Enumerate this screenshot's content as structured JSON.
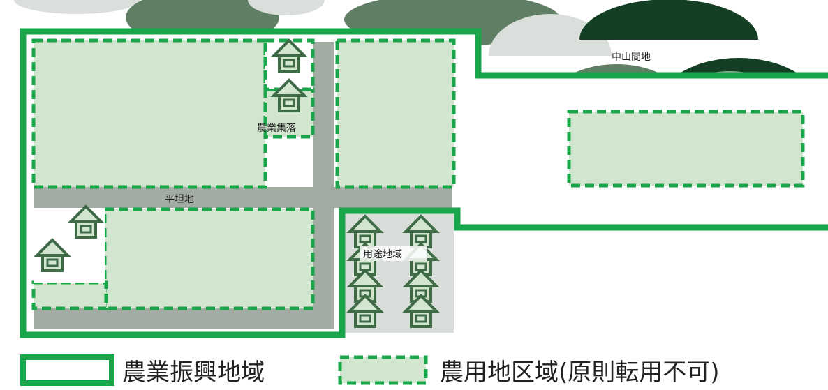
{
  "labels": {
    "mountain_area": "中山間地",
    "flatland": "平坦地",
    "farm_village": "農業集落",
    "zoning_area": "用途地域"
  },
  "legend": {
    "agri_promotion_area": "農業振興地域",
    "farmland_area": "農用地区域(原則転用不可)"
  },
  "colors": {
    "promotion_border": "#19a64a",
    "farmland_fill": "#d2e6cf",
    "road": "#a3aca3",
    "mountain_light": "#dadfdb",
    "mountain_mid": "#9aae9c",
    "mountain_dark": "#5f7e64",
    "mountain_darkest": "#153f24",
    "house": "#3e6a46"
  }
}
